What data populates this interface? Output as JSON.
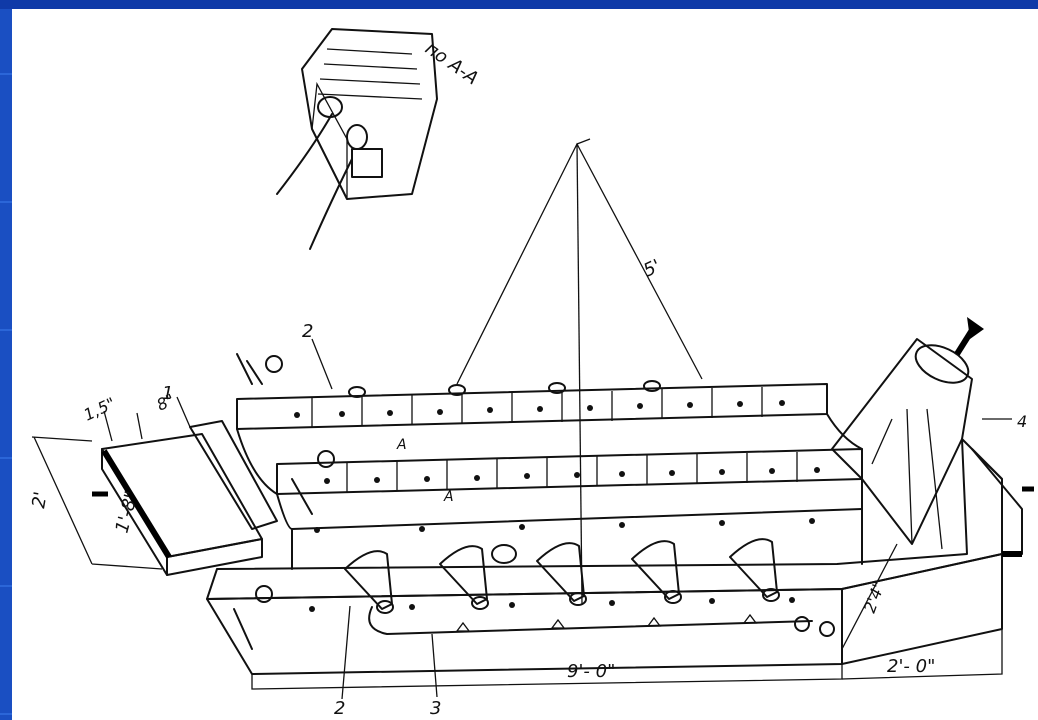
{
  "diagram": {
    "section_label": "по А-А",
    "section_mark_upper": "А",
    "section_mark_lower": "А",
    "dimensions": {
      "diagonal": "5'",
      "inlet_lip": "1,5\"",
      "inlet_depth": "8\"",
      "inlet_height": "2'",
      "inlet_width": "1'-8\"",
      "main_length": "9'- 0\"",
      "outlet_length": "2'- 0\"",
      "outlet_height": "2'4\""
    },
    "callouts": [
      "1",
      "2",
      "2",
      "3",
      "4"
    ],
    "colors": {
      "frame_blue": "#1746b4",
      "ink": "#111111",
      "paper": "#ffffff"
    }
  }
}
